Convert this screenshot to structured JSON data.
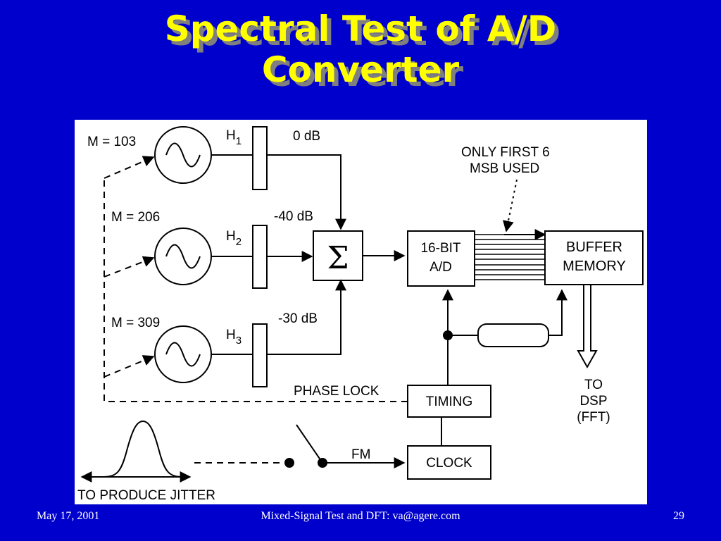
{
  "slide": {
    "title_line1": "Spectral Test of A/D",
    "title_line2": "Converter",
    "colors": {
      "background": "#0000cc",
      "title": "#ffff00",
      "title_shadow": "#7f7f7f",
      "panel": "#ffffff"
    }
  },
  "diagram": {
    "sources": [
      {
        "m_label": "M = 103",
        "filter_label": "H",
        "filter_sub": "1",
        "level": "0 dB"
      },
      {
        "m_label": "M = 206",
        "filter_label": "H",
        "filter_sub": "2",
        "level": "-40 dB"
      },
      {
        "m_label": "M = 309",
        "filter_label": "H",
        "filter_sub": "3",
        "level": "-30 dB"
      }
    ],
    "summer_symbol": "Σ",
    "adc_line1": "16-BIT",
    "adc_line2": "A/D",
    "buffer_line1": "BUFFER",
    "buffer_line2": "MEMORY",
    "msb_note_line1": "ONLY FIRST 6",
    "msb_note_line2": "MSB USED",
    "output_line1": "TO",
    "output_line2": "DSP",
    "output_line3": "(FFT)",
    "phase_lock_label": "PHASE LOCK",
    "timing_label": "TIMING",
    "clock_label": "CLOCK",
    "fm_label": "FM",
    "jitter_label": "TO PRODUCE JITTER",
    "icons": [
      "sine-wave-icon",
      "switch-icon",
      "gaussian-pulse-icon",
      "delay-line-icon"
    ]
  },
  "footer": {
    "date": "May 17, 2001",
    "center": "Mixed-Signal Test and DFT: va@agere.com",
    "page": "29"
  }
}
